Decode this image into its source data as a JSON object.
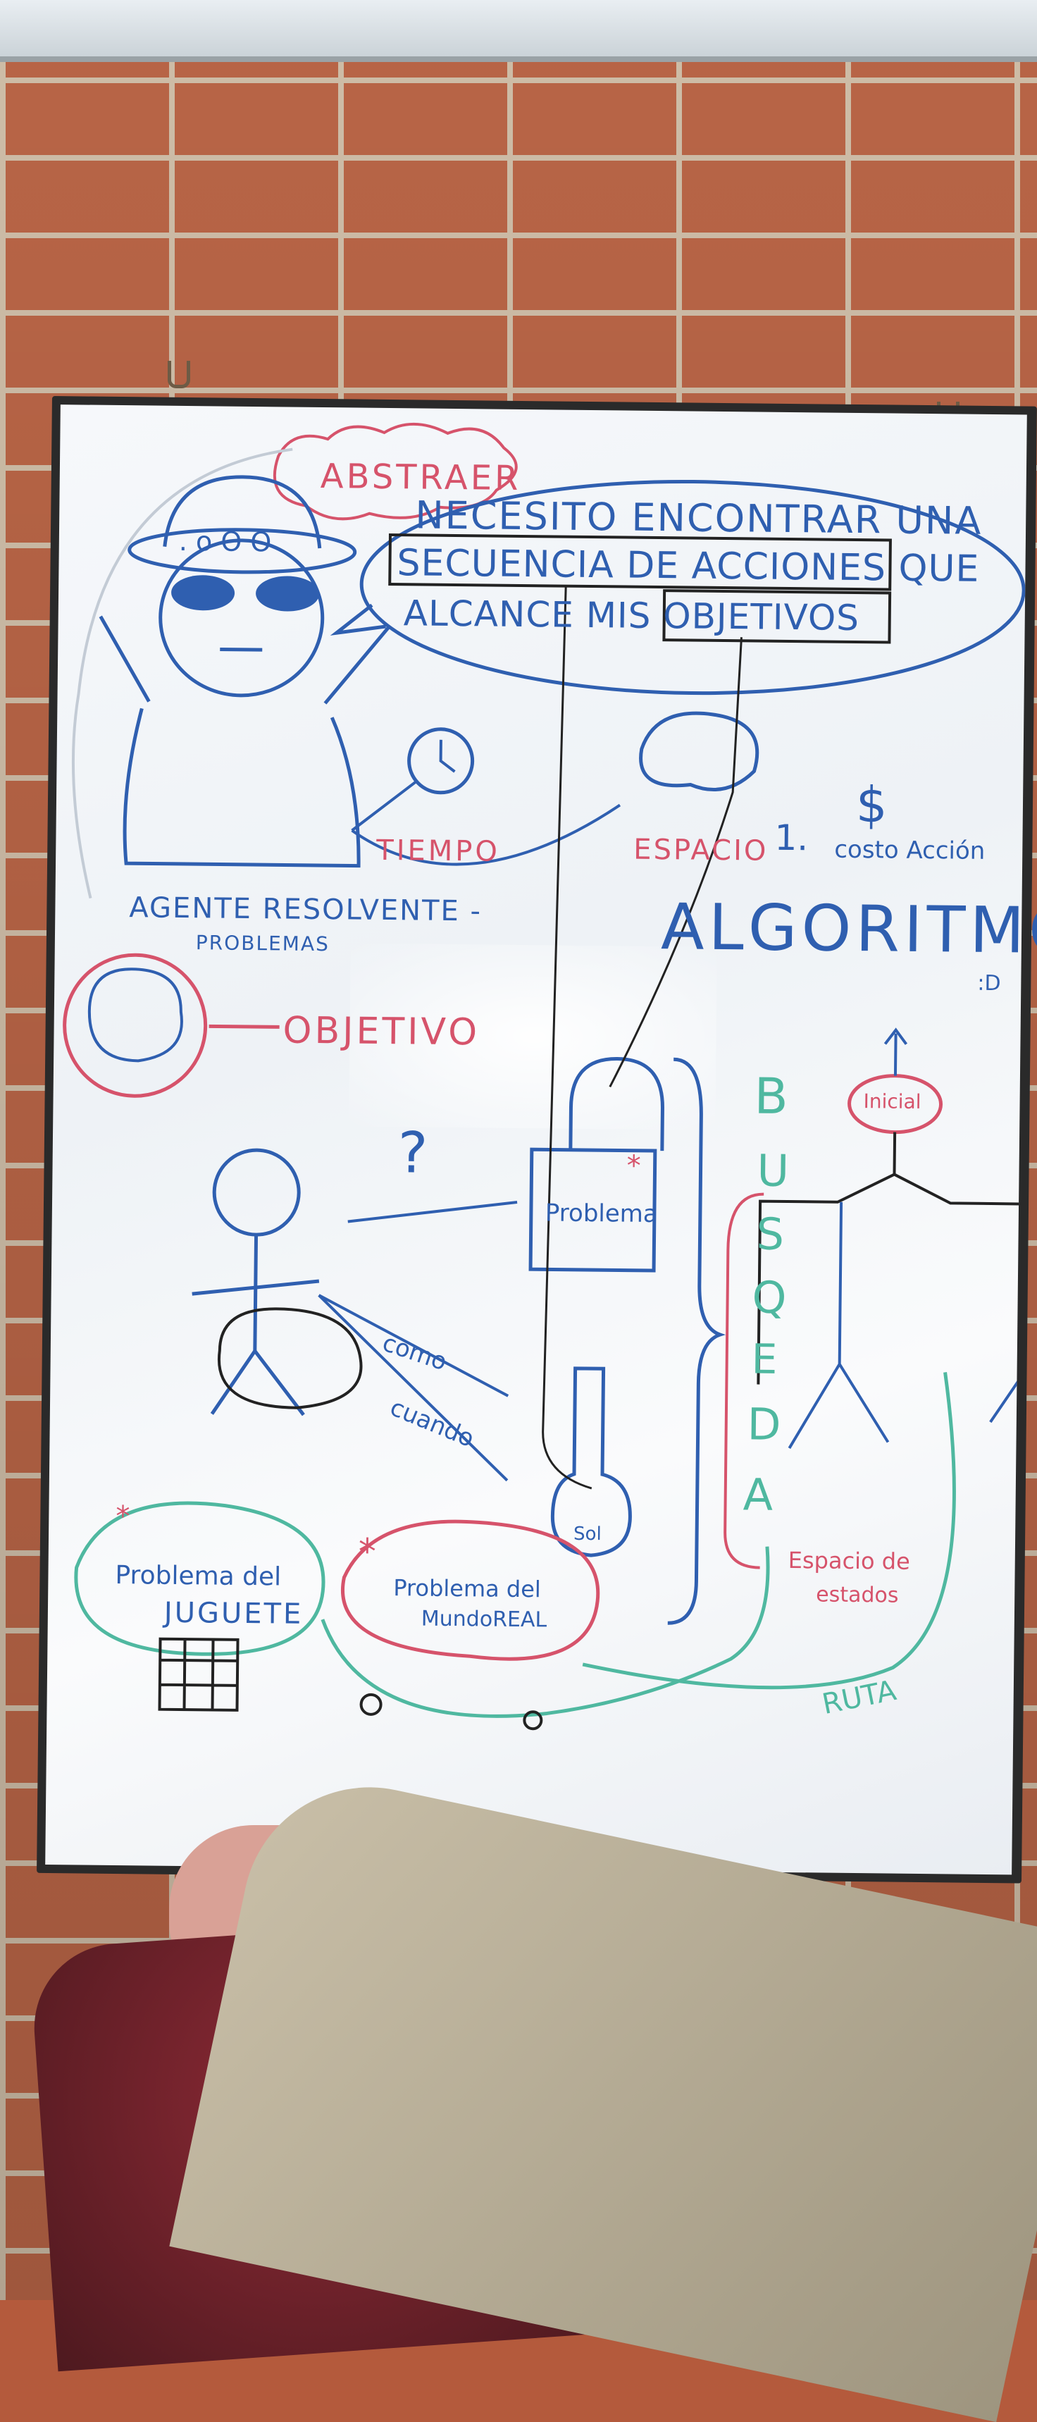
{
  "board": {
    "abstraer": "ABSTRAER",
    "ooo": ". o O O",
    "speech_line1": "NECESITO ENCONTRAR UNA",
    "speech_line2": "SECUENCIA DE ACCIONES QUE",
    "speech_line3": "ALCANCE MIS OBJETIVOS",
    "tiempo": "TIEMPO",
    "espacio": "ESPACIO",
    "number_one": "1.",
    "costo": "costo Acción",
    "dollar": "$",
    "algoritmo": "ALGORITMO",
    "smiley": ":D",
    "agente_line1": "AGENTE RESOLVENTE -",
    "agente_line2": "PROBLEMAS",
    "objetivo": "OBJETIVO",
    "question": "?",
    "problema_lock": "Problema",
    "como": "como",
    "cuando": "cuando",
    "busqueda_letters": [
      "B",
      "U",
      "S",
      "Q",
      "E",
      "D",
      "A"
    ],
    "inicial": "Inicial",
    "espacio_estados_line1": "Espacio de",
    "espacio_estados_line2": "estados",
    "ruta": "RUTA",
    "problema_juguete_line1": "Problema del",
    "problema_juguete_line2": "JUGUETE",
    "problema_real_line1": "Problema del",
    "problema_real_line2": "MundoREAL",
    "key_label": "Sol"
  },
  "colors": {
    "blue_marker": "#2f5fb0",
    "red_marker": "#d6536b",
    "green_marker": "#4fb8a0",
    "brick": "#c26a4a",
    "frame": "#2a2a2a"
  }
}
